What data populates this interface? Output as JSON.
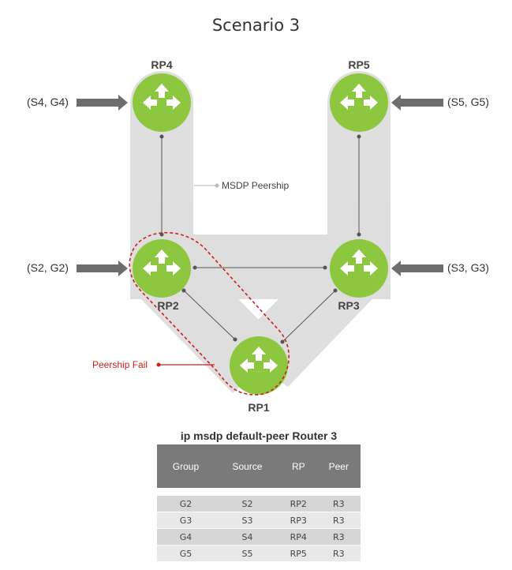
{
  "title": "Scenario 3",
  "routers": {
    "rp1": "RP1",
    "rp2": "RP2",
    "rp3": "RP3",
    "rp4": "RP4",
    "rp5": "RP5"
  },
  "sources": {
    "s4g4": "(S4, G4)",
    "s5g5": "(S5, G5)",
    "s2g2": "(S2, G2)",
    "s3g3": "(S3, G3)"
  },
  "annotations": {
    "msdp_peership": "MSDP Peership",
    "peership_fail": "Peership Fail"
  },
  "colors": {
    "router_green": "#8dc63f",
    "path_gray": "#d9d9d9",
    "fail_red": "#cc1f1f",
    "table_header": "#7a7a7a"
  },
  "table": {
    "title": "ip msdp default-peer Router 3",
    "headers": [
      "Group",
      "Source",
      "RP",
      "Peer"
    ],
    "rows": [
      [
        "G2",
        "S2",
        "RP2",
        "R3"
      ],
      [
        "G3",
        "S3",
        "RP3",
        "R3"
      ],
      [
        "G4",
        "S4",
        "RP4",
        "R3"
      ],
      [
        "G5",
        "S5",
        "RP5",
        "R3"
      ]
    ]
  }
}
